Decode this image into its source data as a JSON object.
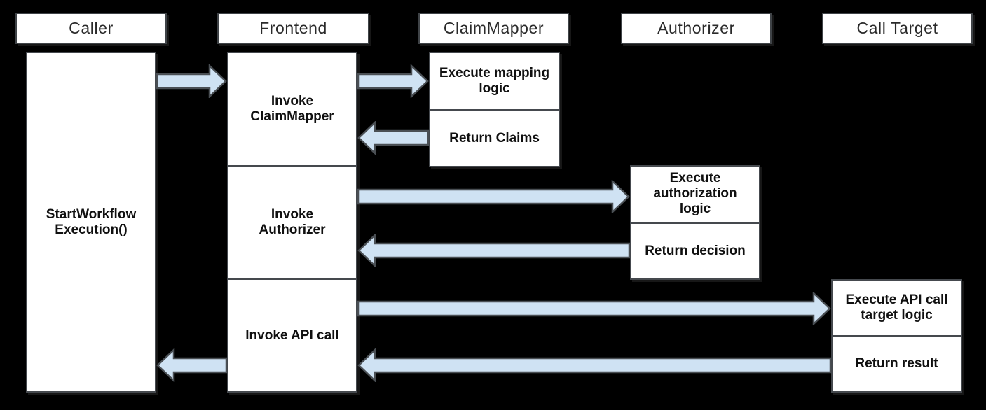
{
  "diagram": {
    "actors": [
      {
        "id": "caller",
        "label": "Caller"
      },
      {
        "id": "frontend",
        "label": "Frontend"
      },
      {
        "id": "claimmapper",
        "label": "ClaimMapper"
      },
      {
        "id": "authorizer",
        "label": "Authorizer"
      },
      {
        "id": "calltarget",
        "label": "Call Target"
      }
    ],
    "activations": [
      {
        "id": "caller",
        "actor": "caller",
        "sections": [
          "StartWorkflow Execution()"
        ]
      },
      {
        "id": "frontend",
        "actor": "frontend",
        "sections": [
          "Invoke ClaimMapper",
          "Invoke Authorizer",
          "Invoke API call"
        ]
      },
      {
        "id": "claimmapper",
        "actor": "claimmapper",
        "sections": [
          "Execute mapping logic",
          "Return Claims"
        ]
      },
      {
        "id": "authorizer",
        "actor": "authorizer",
        "sections": [
          "Execute authorization logic",
          "Return decision"
        ]
      },
      {
        "id": "calltarget",
        "actor": "calltarget",
        "sections": [
          "Execute API call target logic",
          "Return result"
        ]
      }
    ],
    "messages": [
      {
        "from": "caller",
        "to": "frontend",
        "direction": "right"
      },
      {
        "from": "frontend",
        "to": "claimmapper",
        "direction": "right"
      },
      {
        "from": "claimmapper",
        "to": "frontend",
        "direction": "left"
      },
      {
        "from": "frontend",
        "to": "authorizer",
        "direction": "right"
      },
      {
        "from": "authorizer",
        "to": "frontend",
        "direction": "left"
      },
      {
        "from": "frontend",
        "to": "calltarget",
        "direction": "right"
      },
      {
        "from": "calltarget",
        "to": "frontend",
        "direction": "left"
      },
      {
        "from": "frontend",
        "to": "caller",
        "direction": "left"
      }
    ],
    "colors": {
      "background": "#000000",
      "box_fill": "#ffffff",
      "box_border": "#45494e",
      "arrow_fill": "#cfe2f3",
      "arrow_border": "#4a4f54",
      "text": "#101010"
    }
  }
}
